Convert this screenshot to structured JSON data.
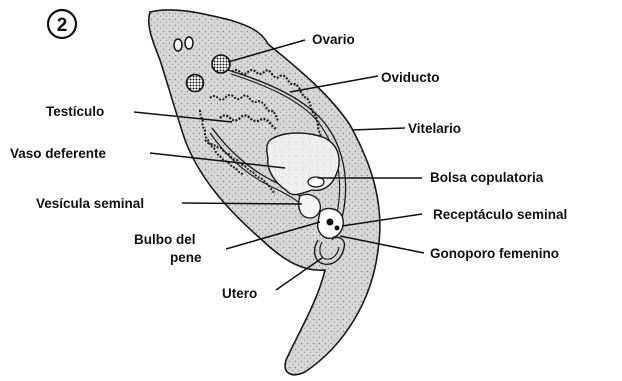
{
  "figure": {
    "number": "2",
    "colors": {
      "body_fill": "#d9d9d9",
      "outline": "#1a1a1a",
      "organ_fill": "#f2f2f2",
      "background": "#ffffff"
    }
  },
  "labels": {
    "ovario": "Ovario",
    "oviducto": "Oviducto",
    "testiculo": "Testículo",
    "vitelario": "Vitelario",
    "vaso_deferente": "Vaso deferente",
    "bolsa_copulatoria": "Bolsa copulatoria",
    "vesicula_seminal": "Vesícula seminal",
    "receptaculo_seminal": "Receptáculo seminal",
    "bulbo_del_pene_line1": "Bulbo del",
    "bulbo_del_pene_line2": "pene",
    "gonoporo_femenino": "Gonoporo femenino",
    "utero": "Utero"
  }
}
